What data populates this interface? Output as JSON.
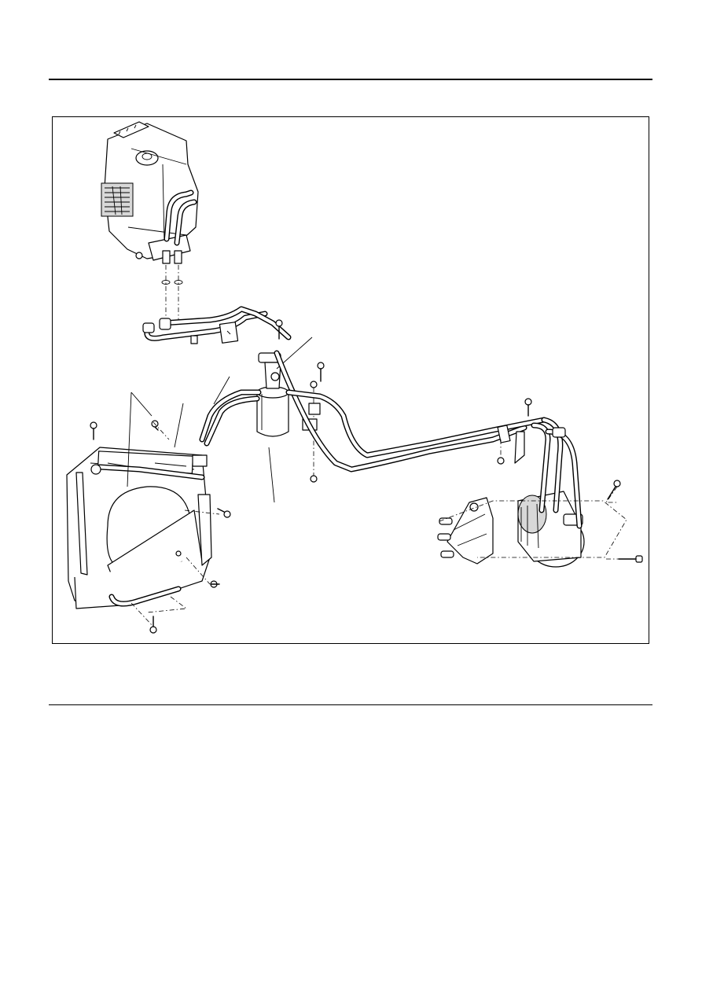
{
  "page": {
    "header_rule": "",
    "footer_rule": ""
  },
  "figure": {
    "parts": [
      "heater-unit",
      "evaporator-pipe-assembly",
      "receiver-drier",
      "condenser",
      "compressor",
      "compressor-bracket",
      "suction-hose",
      "discharge-hose",
      "mounting-bolts",
      "o-rings"
    ],
    "callout_labels": []
  }
}
